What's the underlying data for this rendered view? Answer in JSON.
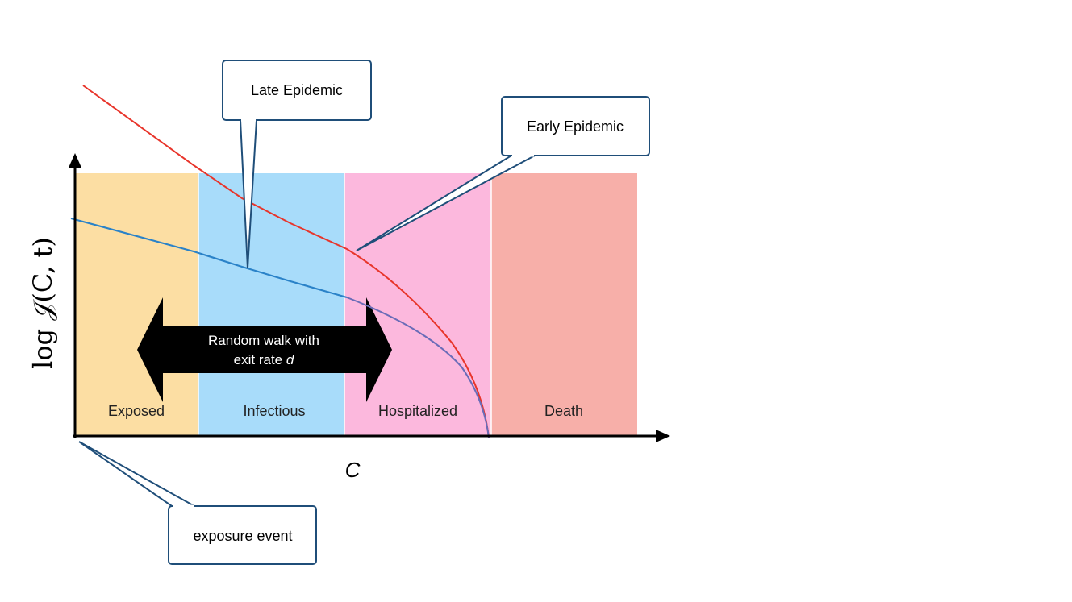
{
  "axes": {
    "ylabel": "log 𝒥(C, t)",
    "xlabel": "C"
  },
  "stages": [
    {
      "label": "Exposed",
      "color": "#fcdea3"
    },
    {
      "label": "Infectious",
      "color": "#a8dcfa"
    },
    {
      "label": "Hospitalized",
      "color": "#fcb8dd"
    },
    {
      "label": "Death",
      "color": "#f7afa9"
    }
  ],
  "curves": {
    "early_color": "#e8352b",
    "late_color": "#2a82c8",
    "late_tail_color": "#6a6cb8"
  },
  "callouts": {
    "late": "Late Epidemic",
    "early": "Early Epidemic",
    "exposure": "exposure event"
  },
  "arrow": {
    "line1": "Random walk with",
    "line2_prefix": "exit rate ",
    "line2_var": "d"
  },
  "colors": {
    "callout_border": "#1f4e79",
    "axis": "#000000",
    "arrow_fill": "#000000"
  }
}
